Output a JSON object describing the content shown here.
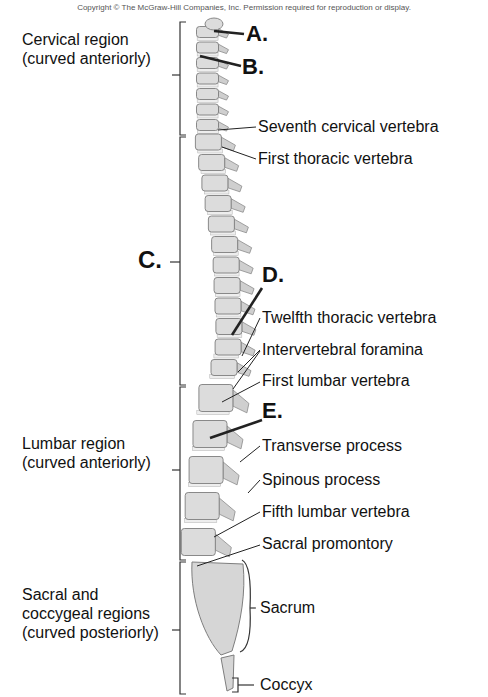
{
  "diagram": {
    "labels": [
      "Copyright © The McGraw-Hill Companies, Inc. Permission required for reproduction or display.",
      "A.",
      "Cervical region (curved anteriorly)",
      "B.",
      "Seventh cervical vertebra",
      "First thoracic vertebra",
      "C.",
      "D.",
      "Twelfth thoracic vertebra",
      "Intervertebral foramina",
      "First lumbar vertebra",
      "E.",
      "Lumbar region (curved anteriorly)",
      "Transverse process",
      "Spinous process",
      "Fifth lumbar vertebra",
      "Sacral promontory",
      "Sacral and coccygeal regions (curved posteriorly)",
      "Sacrum",
      "Coccyx"
    ]
  }
}
